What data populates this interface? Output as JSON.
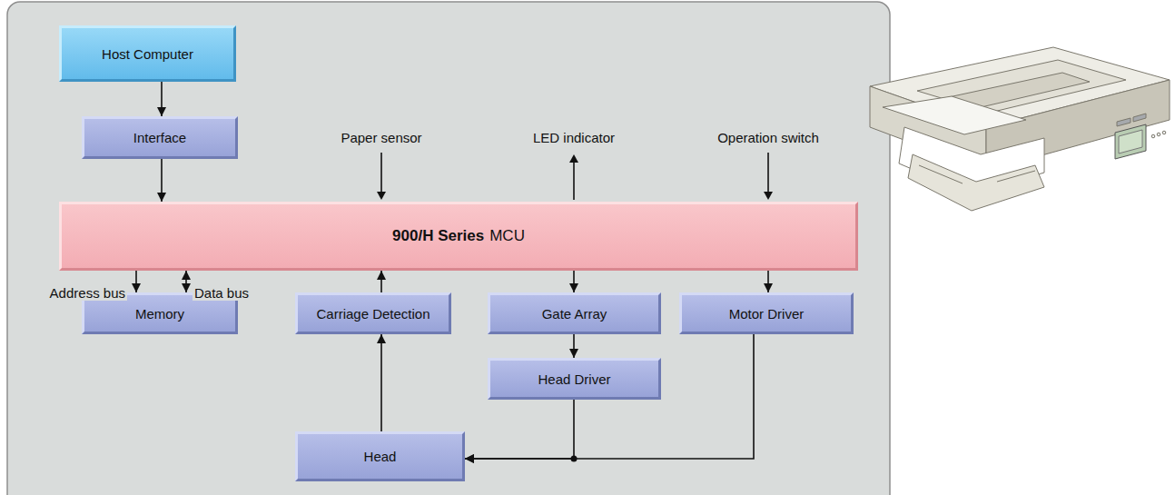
{
  "diagram": {
    "nodes": [
      {
        "text": [
          "Host Computer"
        ]
      },
      {
        "text": [
          "Interface"
        ]
      },
      {
        "text": [
          "900/H Series",
          "MCU"
        ]
      },
      {
        "text": [
          "Memory"
        ]
      },
      {
        "text": [
          "Carriage Detection"
        ]
      },
      {
        "text": [
          "Gate Array"
        ]
      },
      {
        "text": [
          "Motor Driver"
        ]
      },
      {
        "text": [
          "Head Driver"
        ]
      },
      {
        "text": [
          "Head"
        ]
      }
    ],
    "edges": [
      {
        "from": 0,
        "to": 1,
        "arrow": "to"
      },
      {
        "from": 1,
        "to": 2,
        "arrow": "to"
      },
      {
        "from": 2,
        "to": 3,
        "label": "Address bus",
        "arrow": "to"
      },
      {
        "from": 2,
        "to": 3,
        "label": "Data bus",
        "arrow": "both"
      },
      {
        "from": 4,
        "to": 2,
        "arrow": "to"
      },
      {
        "from": 2,
        "to": 5,
        "arrow": "to"
      },
      {
        "from": 2,
        "to": 6,
        "arrow": "to"
      },
      {
        "from": 5,
        "to": 7,
        "arrow": "to"
      },
      {
        "from": 8,
        "to": 4,
        "arrow": "to"
      },
      {
        "from": 7,
        "to": 8,
        "arrow": "to"
      },
      {
        "from": 6,
        "to": 8,
        "arrow": "to"
      }
    ],
    "labels": [
      "Paper sensor",
      "LED indicator",
      "Operation switch"
    ]
  }
}
